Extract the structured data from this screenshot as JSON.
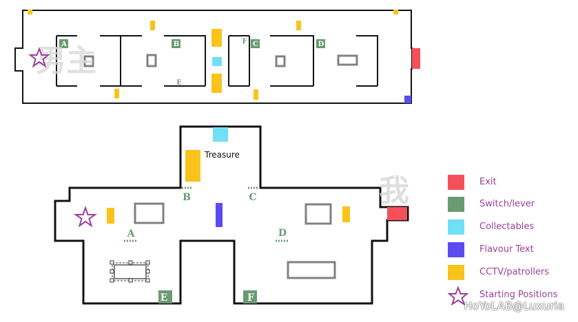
{
  "colors": {
    "wall": "#111111",
    "switch": "#6a9a72",
    "collectable": "#6fe0f5",
    "flavour": "#5a4cf2",
    "cctv": "#f9c31c",
    "exit": "#f5505a",
    "star": "#9b3f9b",
    "obstacle": "#808080"
  },
  "top_map": {
    "switch_labels": [
      "A",
      "B",
      "C",
      "D",
      "E",
      "F"
    ],
    "watermark_chars": "男主"
  },
  "bottom_map": {
    "treasure_label": "Treasure",
    "switch_labels": [
      "A",
      "B",
      "C",
      "D",
      "E",
      "F"
    ],
    "watermark_char": "我"
  },
  "legend": [
    {
      "key": "exit",
      "label": "Exit",
      "icon": "red-square"
    },
    {
      "key": "switch",
      "label": "Switch/lever",
      "icon": "green-square"
    },
    {
      "key": "collectable",
      "label": "Collectables",
      "icon": "cyan-square"
    },
    {
      "key": "flavour",
      "label": "Flavour Text",
      "icon": "blue-square"
    },
    {
      "key": "cctv",
      "label": "CCTV/patrollers",
      "icon": "yellow-square"
    },
    {
      "key": "start",
      "label": "Starting Positions",
      "icon": "star-icon"
    }
  ],
  "watermark": "HoYoLAB@Luxuria"
}
